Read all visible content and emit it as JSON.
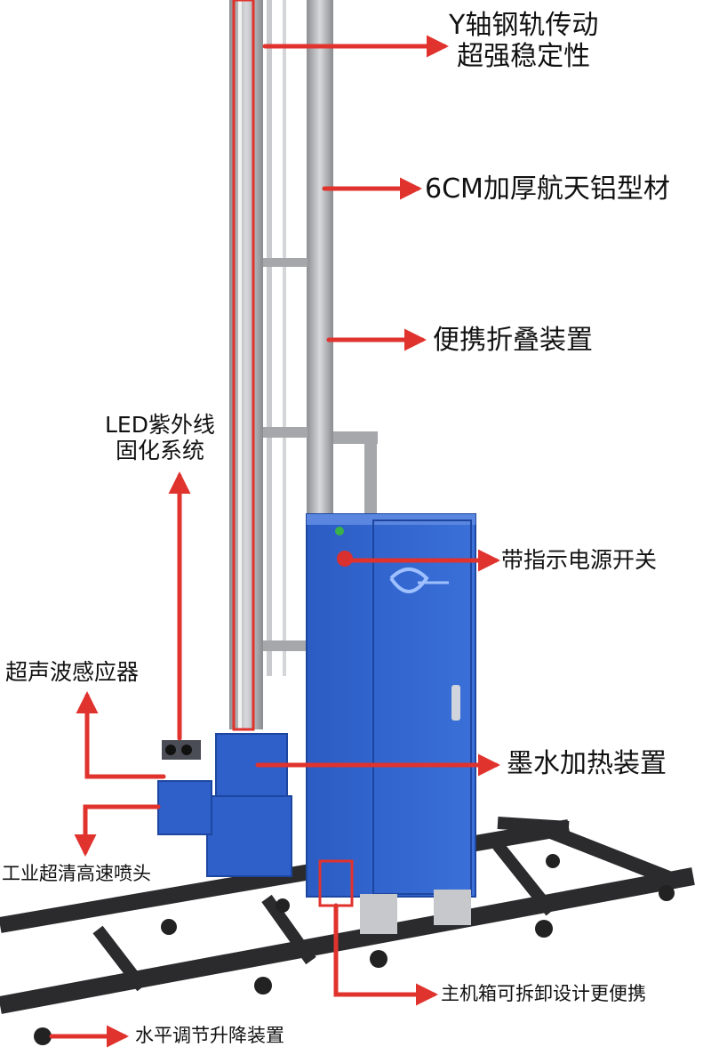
{
  "colors": {
    "arrow": "#e0332e",
    "rail_dark": "#2b2b2e",
    "aluminum": "#b8b9bd",
    "cabinet_blue": "#2f63c9",
    "cabinet_blue_dark": "#1d46a0",
    "background": "#ffffff"
  },
  "labels": {
    "y_axis_line1": "Y轴钢轨传动",
    "y_axis_line2": "超强稳定性",
    "aluminum_profile": "6CM加厚航天铝型材",
    "folding_device": "便携折叠装置",
    "led_line1": "LED紫外线",
    "led_line2": "固化系统",
    "power_switch": "带指示电源开关",
    "ultrasonic_sensor": "超声波感应器",
    "ink_heating": "墨水加热装置",
    "printhead": "工业超清高速喷头",
    "detachable_box": "主机箱可拆卸设计更便携",
    "leveling_device": "水平调节升降装置"
  }
}
